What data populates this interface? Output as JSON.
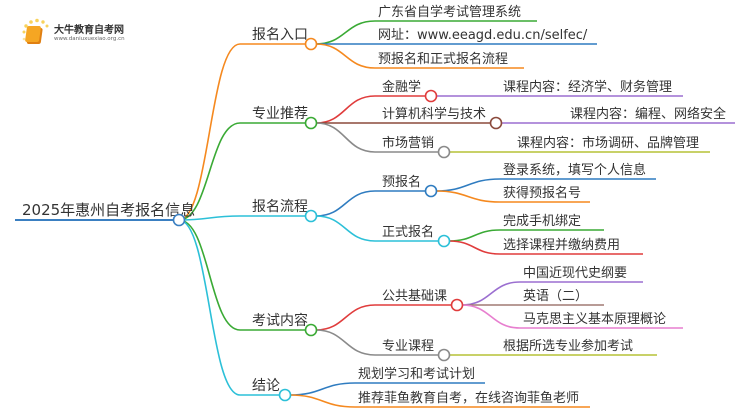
{
  "logo": {
    "title": "大牛教育自考网",
    "url": "www.daniuxuexiao.org.cn"
  },
  "root": {
    "label": "2025年惠州自考报名信息",
    "color": "#3a7fc1"
  },
  "branches": [
    {
      "label": "报名入口",
      "color": "#f5891f",
      "children": [
        {
          "label": "广东省自学考试管理系统",
          "color": "#3aaa35"
        },
        {
          "label": "网址：www.eeagd.edu.cn/selfec/",
          "color": "#2f7cc0"
        },
        {
          "label": "预报名和正式报名流程",
          "color": "#f5891f"
        }
      ]
    },
    {
      "label": "专业推荐",
      "color": "#3aaa35",
      "children": [
        {
          "label": "金融学",
          "color": "#e03c3c",
          "detail": "课程内容：经济学、财务管理",
          "detail_color": "#9b6fd0"
        },
        {
          "label": "计算机科学与技术",
          "color": "#8b4a3c",
          "detail": "课程内容：编程、网络安全",
          "detail_color": "#9b6fd0"
        },
        {
          "label": "市场营销",
          "color": "#8a8a8a",
          "detail": "课程内容：市场调研、品牌管理",
          "detail_color": "#b5c236"
        }
      ]
    },
    {
      "label": "报名流程",
      "color": "#2cc0d8",
      "children": [
        {
          "label": "预报名",
          "color": "#2f7cc0",
          "children": [
            {
              "label": "登录系统，填写个人信息",
              "color": "#2f7cc0"
            },
            {
              "label": "获得预报名号",
              "color": "#f5891f"
            }
          ]
        },
        {
          "label": "正式报名",
          "color": "#2cc0d8",
          "children": [
            {
              "label": "完成手机绑定",
              "color": "#3aaa35"
            },
            {
              "label": "选择课程并缴纳费用",
              "color": "#e03c3c"
            }
          ]
        }
      ]
    },
    {
      "label": "考试内容",
      "color": "#3aaa35",
      "children": [
        {
          "label": "公共基础课",
          "color": "#e03c3c",
          "children": [
            {
              "label": "中国近现代史纲要",
              "color": "#9b6fd0"
            },
            {
              "label": "英语（二）",
              "color": "#a07a74"
            },
            {
              "label": "马克思主义基本原理概论",
              "color": "#e77fcf"
            }
          ]
        },
        {
          "label": "专业课程",
          "color": "#8a8a8a",
          "children": [
            {
              "label": "根据所选专业参加考试",
              "color": "#b5c236"
            }
          ]
        }
      ]
    },
    {
      "label": "结论",
      "color": "#2cc0d8",
      "children": [
        {
          "label": "规划学习和考试计划",
          "color": "#2f7cc0"
        },
        {
          "label": "推荐菲鱼教育自考，在线咨询菲鱼老师",
          "color": "#f5891f"
        }
      ]
    }
  ]
}
